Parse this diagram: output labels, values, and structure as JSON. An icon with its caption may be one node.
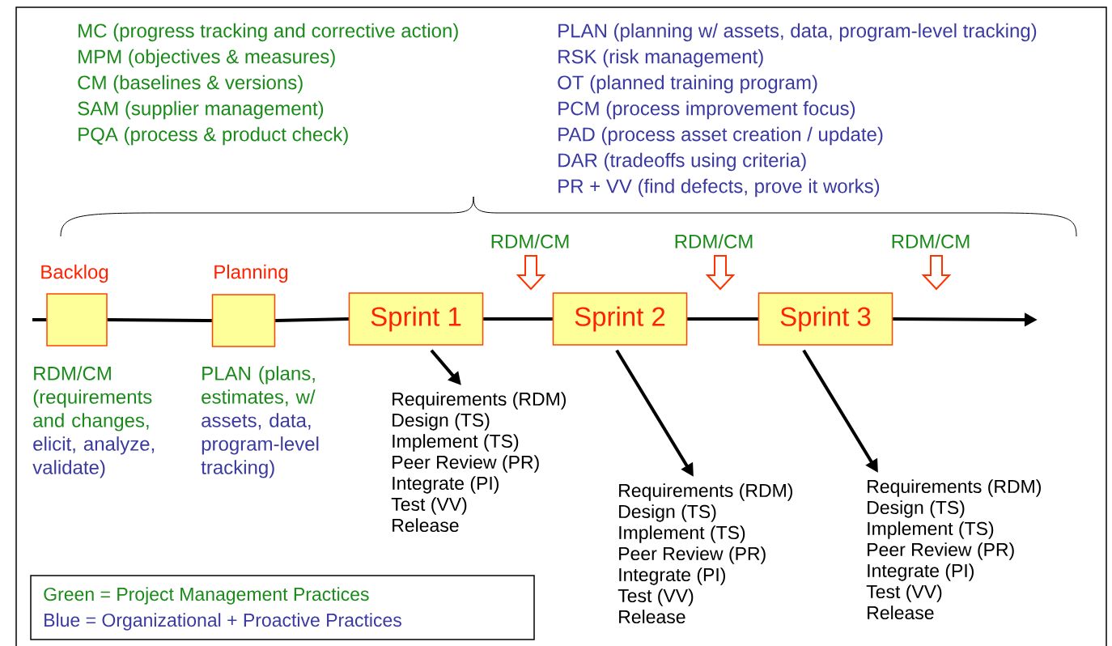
{
  "diagram": {
    "nodes": [
      {
        "text": [
          "Backlog"
        ],
        "beside": [
          "RDM/CM (requirements and changes,",
          "elicit, analyze, validate)"
        ]
      },
      {
        "text": [
          "Planning"
        ],
        "beside": [
          "PLAN (plans, estimates, w/",
          "assets, data, program-level tracking)"
        ]
      },
      {
        "text": [
          "Sprint 1"
        ]
      },
      {
        "text": [
          "Sprint 2"
        ]
      },
      {
        "text": [
          "Sprint 3"
        ]
      },
      {
        "text": [
          "Requirements (RDM)",
          "Design (TS)",
          "Implement (TS)",
          "Peer Review (PR)",
          "Integrate (PI)",
          "Test (VV)",
          "Release"
        ]
      },
      {
        "text": [
          "Requirements (RDM)",
          "Design (TS)",
          "Implement (TS)",
          "Peer Review (PR)",
          "Integrate (PI)",
          "Test (VV)",
          "Release"
        ]
      },
      {
        "text": [
          "Requirements (RDM)",
          "Design (TS)",
          "Implement (TS)",
          "Peer Review (PR)",
          "Integrate (PI)",
          "Test (VV)",
          "Release"
        ]
      },
      {
        "text": [
          "RDM/CM"
        ]
      },
      {
        "text": [
          "RDM/CM"
        ]
      },
      {
        "text": [
          "RDM/CM"
        ]
      }
    ],
    "edges": [
      {
        "from": null,
        "to": 0,
        "arrow": "none"
      },
      {
        "from": 0,
        "to": 1,
        "arrow": "none"
      },
      {
        "from": 1,
        "to": 2,
        "arrow": "none"
      },
      {
        "from": 2,
        "to": 3,
        "arrow": "none"
      },
      {
        "from": 3,
        "to": 4,
        "arrow": "none"
      },
      {
        "from": 4,
        "to": null,
        "arrow": "to"
      },
      {
        "from": 2,
        "to": 5,
        "arrow": "to"
      },
      {
        "from": 3,
        "to": 6,
        "arrow": "to"
      },
      {
        "from": 4,
        "to": 7,
        "arrow": "to"
      },
      {
        "from": 8,
        "to": null,
        "arrow": "to",
        "color": "#ff3300"
      },
      {
        "from": 9,
        "to": null,
        "arrow": "to",
        "color": "#ff3300"
      },
      {
        "from": 10,
        "to": null,
        "arrow": "to",
        "color": "#ff3300"
      }
    ],
    "labels": [
      "MC (progress tracking and corrective action)",
      "MPM (objectives & measures)",
      "CM (baselines & versions)",
      "SAM (supplier management)",
      "PQA (process & product check)",
      "PLAN (planning w/ assets, data, program-level tracking)",
      "RSK (risk management)",
      "OT (planned training program)",
      "PCM (process improvement focus)",
      "PAD (process asset creation / update)",
      "DAR (tradeoffs using criteria)",
      "PR + VV (find defects, prove it works)"
    ],
    "legend": [
      {
        "text": "Green = Project Management Practices"
      },
      {
        "text": "Blue = Organizational + Proactive Practices"
      }
    ]
  }
}
